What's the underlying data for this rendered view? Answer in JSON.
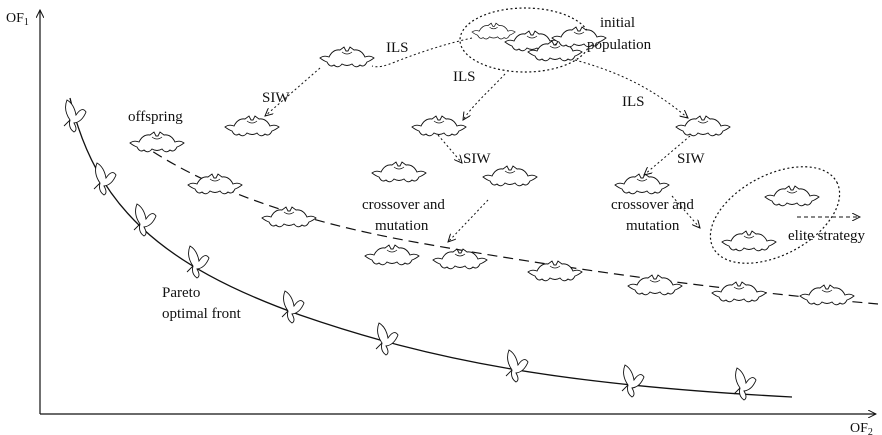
{
  "axes": {
    "y_label": "OF",
    "y_sub": "1",
    "x_label": "OF",
    "x_sub": "2"
  },
  "labels": {
    "initial_population": [
      "initial",
      "population"
    ],
    "offspring": "offspring",
    "ils": "ILS",
    "siw": "SIW",
    "crossover_mutation": [
      "crossover and",
      "mutation"
    ],
    "elite_strategy": "elite strategy",
    "pareto_front": [
      "Pareto",
      "optimal front"
    ]
  }
}
